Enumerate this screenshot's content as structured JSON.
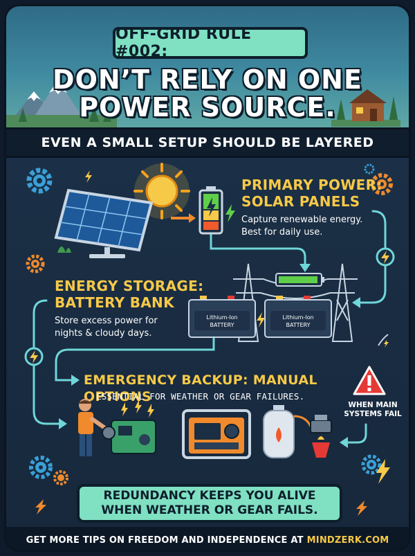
{
  "header": {
    "rule_badge": "OFF-GRID RULE #002:",
    "headline_line1": "DON’T RELY ON ONE",
    "headline_line2": "POWER SOURCE."
  },
  "subtitle": "EVEN A SMALL SETUP SHOULD BE LAYERED",
  "primary": {
    "title_line1": "PRIMARY POWER:",
    "title_line2": "SOLAR PANELS",
    "text_line1": "Capture renewable energy.",
    "text_line2": "Best for daily use."
  },
  "storage": {
    "title_line1": "ENERGY STORAGE:",
    "title_line2": "BATTERY BANK",
    "text_line1": "Store excess power for",
    "text_line2": "nights & cloudy days.",
    "battery_label_line1": "Lithium-Ion",
    "battery_label_line2": "BATTERY"
  },
  "backup": {
    "title": "EMERGENCY BACKUP: MANUAL OPTIONS",
    "subtitle": "ESSENTIAL FOR WEATHER OR GEAR FAILURES.",
    "warning_line1": "WHEN MAIN",
    "warning_line2": "SYSTEMS FAIL"
  },
  "redundancy": {
    "line1": "REDUNDANCY KEEPS YOU ALIVE",
    "line2": "WHEN WEATHER OR GEAR FAILS."
  },
  "footer": {
    "text": "GET MORE TIPS ON FREEDOM AND INDEPENDENCE AT",
    "site": "MINDZERK.COM"
  },
  "icons": [
    "sun-icon",
    "solar-panel-icon",
    "battery-charging-icon",
    "lightning-icon",
    "gear-icon",
    "power-tower-icon",
    "warning-icon",
    "generator-icon",
    "propane-tank-icon",
    "camp-stove-icon",
    "cabin-icon",
    "mountain-icon"
  ],
  "colors": {
    "accent_teal": "#7fe0c2",
    "accent_yellow": "#f7c948",
    "background": "#1a2e44",
    "flow_line": "#6fd6d9",
    "warning_red": "#e53935",
    "gear_orange": "#f08a2c",
    "gear_blue": "#3aa0d8"
  }
}
